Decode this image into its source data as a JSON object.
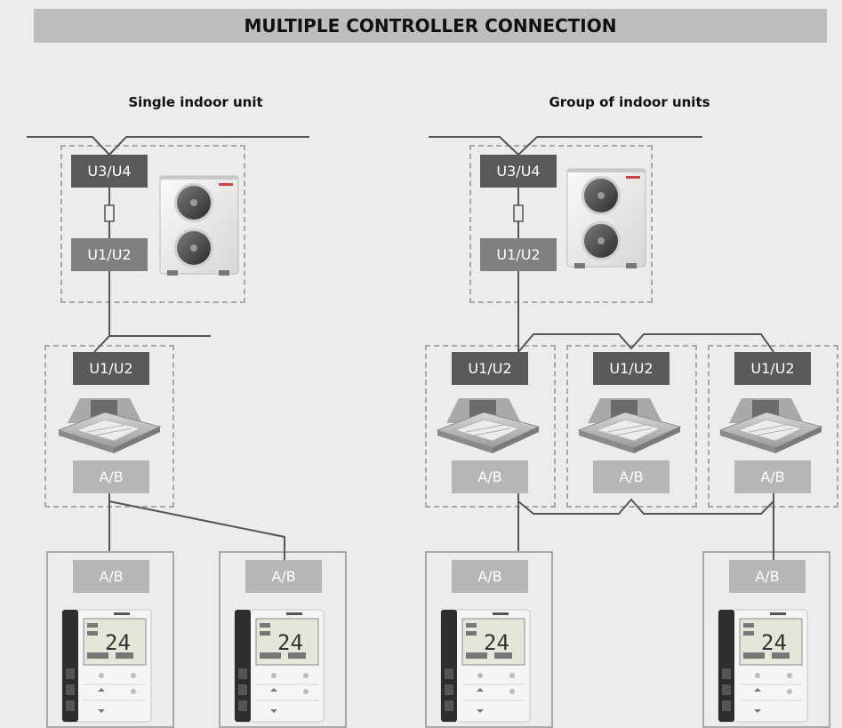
{
  "title": "MULTIPLE CONTROLLER CONNECTION",
  "sections": {
    "single": "Single indoor unit",
    "group": "Group of indoor units"
  },
  "terminals": {
    "outdoor_top": "U3/U4",
    "outdoor_bottom": "U1/U2",
    "indoor": "U1/U2",
    "indoor_ab": "A/B",
    "controller_ab": "A/B"
  },
  "remote_display": "24",
  "icons": [
    "outdoor-unit-icon",
    "cassette-unit-icon",
    "remote-controller-icon",
    "fuse-icon"
  ],
  "colors": {
    "background": "#ececec",
    "title_bar": "#bdbdbd",
    "terminal_dark": "#595959",
    "terminal_mid": "#808080",
    "terminal_light": "#b6b6b6",
    "wire": "#555555"
  }
}
